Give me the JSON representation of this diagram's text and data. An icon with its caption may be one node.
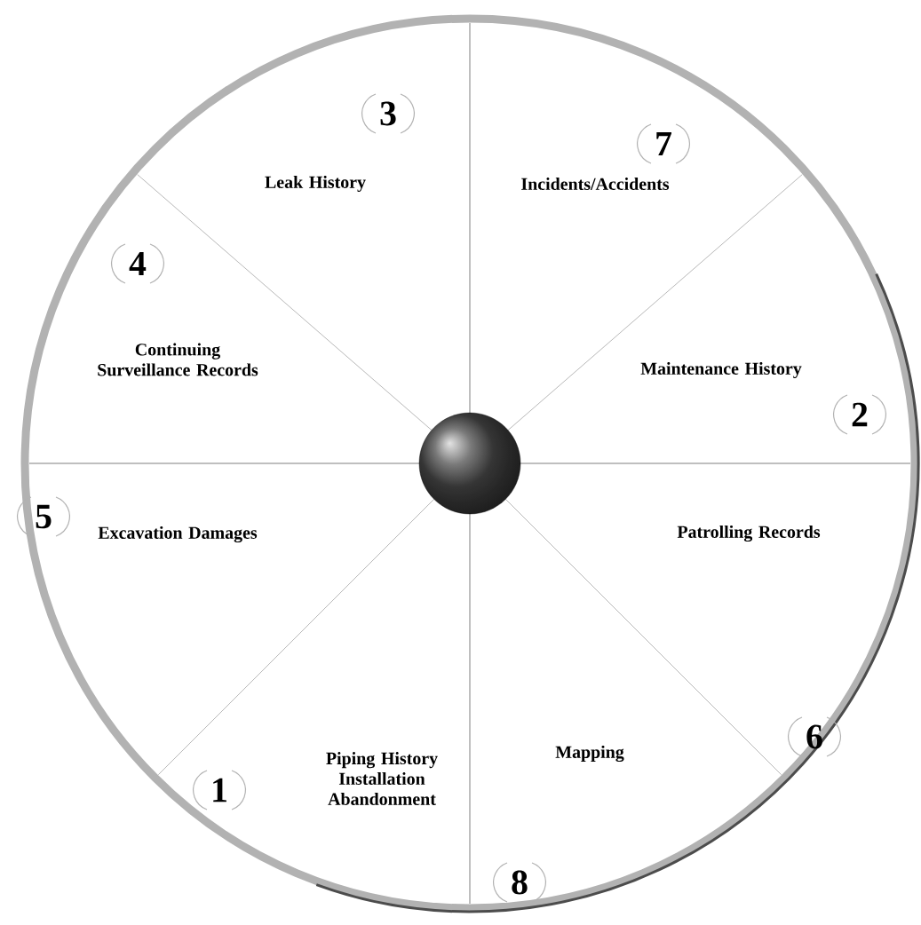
{
  "diagram": {
    "nodes": [
      {
        "text": [
          "3",
          "Leak History"
        ]
      },
      {
        "text": [
          "7",
          "Incidents/Accidents"
        ]
      },
      {
        "text": [
          "4",
          "Continuing Surveillance Records"
        ]
      },
      {
        "text": [
          "Maintenance History",
          "2"
        ]
      },
      {
        "text": [
          "5",
          "Excavation Damages"
        ]
      },
      {
        "text": [
          "Patrolling Records",
          "6"
        ]
      },
      {
        "text": [
          "1",
          "Piping History Installation Abandonment"
        ]
      },
      {
        "text": [
          "Mapping",
          "8"
        ]
      },
      {
        "text": [],
        "shape": "circle"
      }
    ]
  }
}
